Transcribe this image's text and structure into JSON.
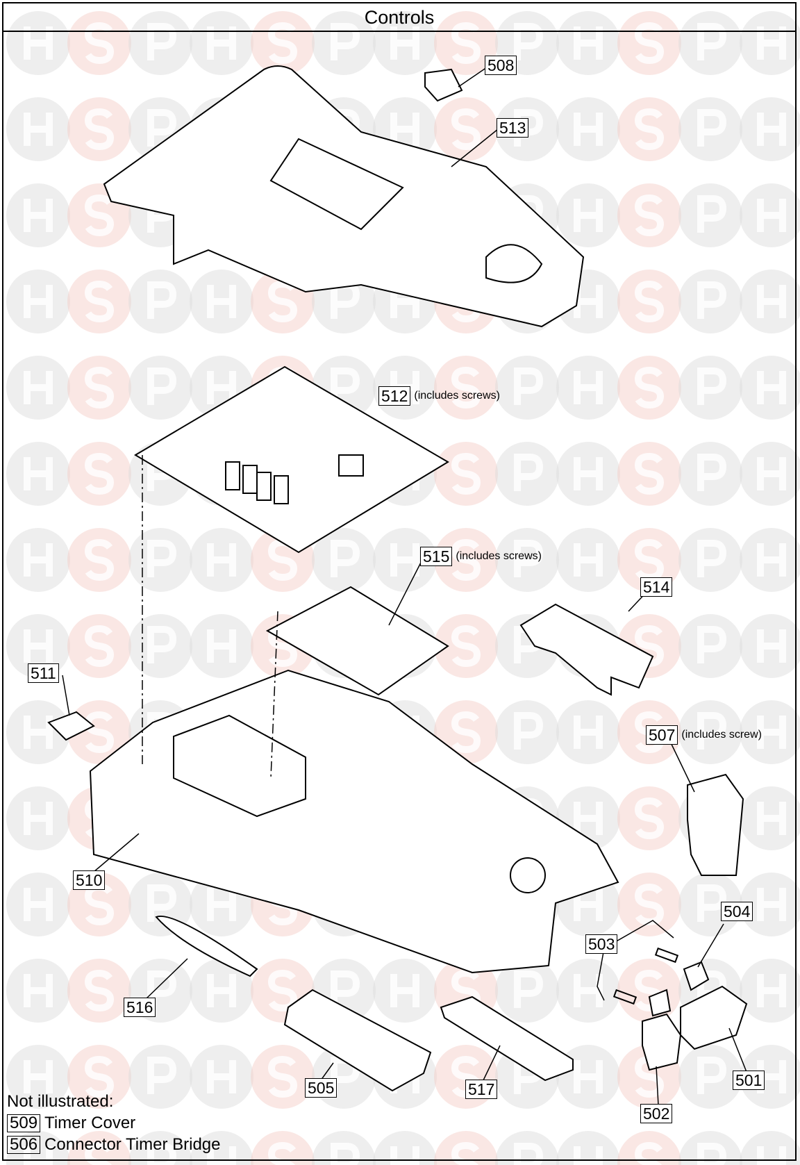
{
  "title": "Controls",
  "watermark": {
    "letters": [
      "H",
      "S",
      "P"
    ],
    "colors": [
      "#d9d9d9",
      "#f4c9c4",
      "#d9d9d9"
    ]
  },
  "parts": [
    {
      "id": "508",
      "note": ""
    },
    {
      "id": "513",
      "note": ""
    },
    {
      "id": "512",
      "note": "(includes screws)"
    },
    {
      "id": "515",
      "note": "(includes screws)"
    },
    {
      "id": "514",
      "note": ""
    },
    {
      "id": "511",
      "note": ""
    },
    {
      "id": "507",
      "note": "(includes screw)"
    },
    {
      "id": "510",
      "note": ""
    },
    {
      "id": "504",
      "note": ""
    },
    {
      "id": "503",
      "note": ""
    },
    {
      "id": "516",
      "note": ""
    },
    {
      "id": "505",
      "note": ""
    },
    {
      "id": "517",
      "note": ""
    },
    {
      "id": "501",
      "note": ""
    },
    {
      "id": "502",
      "note": ""
    }
  ],
  "not_illustrated": {
    "heading": "Not illustrated:",
    "items": [
      {
        "id": "509",
        "name": "Timer Cover"
      },
      {
        "id": "506",
        "name": "Connector Timer Bridge"
      }
    ]
  }
}
